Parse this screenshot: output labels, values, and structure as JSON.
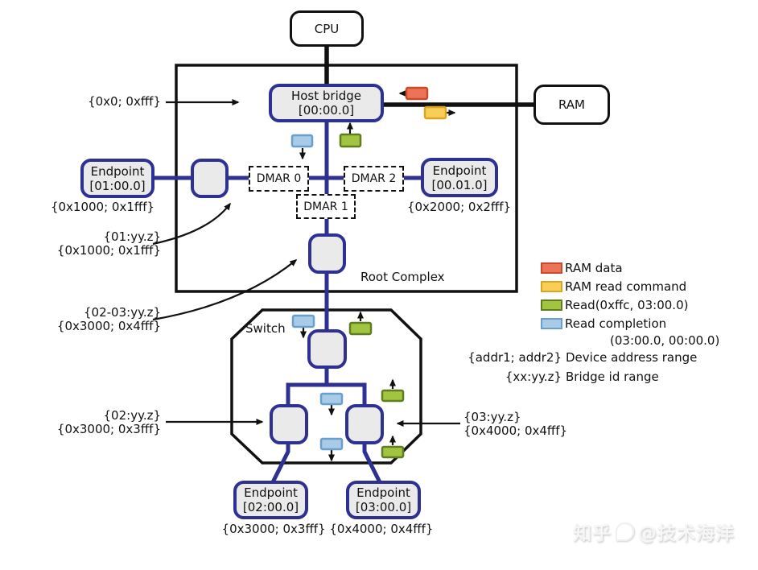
{
  "diagram": {
    "cpu": {
      "label": "CPU"
    },
    "ram": {
      "label": "RAM"
    },
    "root_complex": {
      "label": "Root Complex",
      "host_bridge": {
        "name": "Host bridge",
        "id": "[00:00.0]"
      },
      "dmar_units": [
        "DMAR 0",
        "DMAR 1",
        "DMAR 2"
      ]
    },
    "switch": {
      "label": "Switch"
    },
    "endpoints": {
      "ep01": {
        "name": "Endpoint",
        "id": "[01:00.0]",
        "addr_range": "{0x1000; 0x1fff}"
      },
      "ep0001": {
        "name": "Endpoint",
        "id": "[00.01.0]",
        "addr_range": "{0x2000; 0x2fff}"
      },
      "ep02": {
        "name": "Endpoint",
        "id": "[02:00.0]"
      },
      "ep03": {
        "name": "Endpoint",
        "id": "[03:00.0]"
      },
      "bottom_addr_ranges": "{0x3000; 0x3fff} {0x4000; 0x4fff}"
    },
    "annotations": {
      "host_bridge_range": "{0x0; 0xfff}",
      "bridge01": {
        "bridge_ids": "{01:yy.z}",
        "addr_range": "{0x1000; 0x1fff}"
      },
      "root_port": {
        "bridge_ids": "{02-03:yy.z}",
        "addr_range": "{0x3000; 0x4fff}"
      },
      "ds_left": {
        "bridge_ids": "{02:yy.z}",
        "addr_range": "{0x3000; 0x3fff}"
      },
      "ds_right": {
        "bridge_ids": "{03:yy.z}",
        "addr_range": "{0x4000; 0x4fff}"
      }
    },
    "legend": {
      "items": [
        {
          "name": "ram-data",
          "label": "RAM data",
          "color": "#ED7357",
          "border": "#C74B2B"
        },
        {
          "name": "ram-read-command",
          "label": "RAM read command",
          "color": "#F8CE56",
          "border": "#D9A621"
        },
        {
          "name": "read",
          "label": "Read(0xffc, 03:00.0)",
          "color": "#A3C440",
          "border": "#5E7D1E"
        },
        {
          "name": "read-completion",
          "label": "Read completion",
          "color": "#A9CBE8",
          "border": "#699FCB"
        }
      ],
      "completion_sub": "(03:00.0, 00:00.0)",
      "notation": [
        {
          "key": "{addr1; addr2}",
          "label": "Device address range"
        },
        {
          "key": "{xx:yy.z}",
          "label": "Bridge id range"
        }
      ]
    },
    "colors": {
      "bus_blue": "#2E3192",
      "outline_black": "#111111",
      "node_fill": "#EAEAEA"
    },
    "watermark": {
      "site": "知乎",
      "handle": "@技术海洋"
    }
  }
}
